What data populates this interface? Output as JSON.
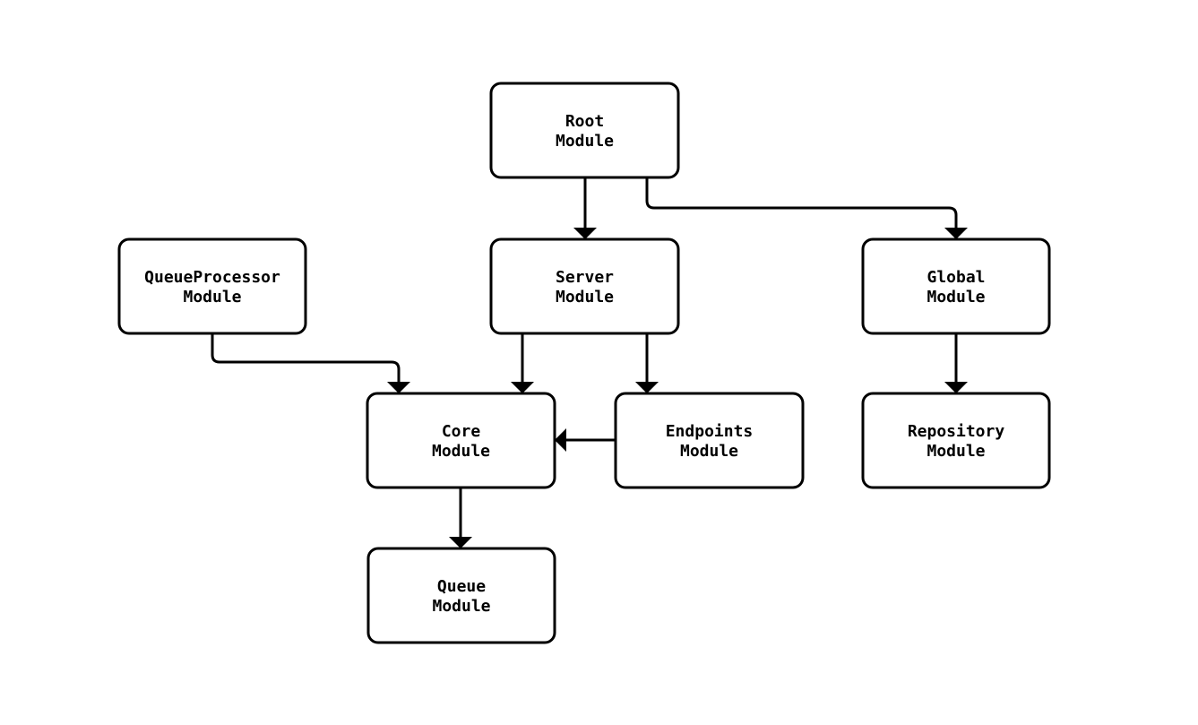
{
  "diagram": {
    "type": "module-dependency-graph",
    "background_color": "#ffffff",
    "node_fill": "#ffffff",
    "node_border_color": "#000000",
    "edge_color": "#000000",
    "text_color": "#000000",
    "nodes": {
      "root": {
        "line1": "Root",
        "line2": "Module"
      },
      "queue_processor": {
        "line1": "QueueProcessor",
        "line2": "Module"
      },
      "server": {
        "line1": "Server",
        "line2": "Module"
      },
      "global": {
        "line1": "Global",
        "line2": "Module"
      },
      "core": {
        "line1": "Core",
        "line2": "Module"
      },
      "endpoints": {
        "line1": "Endpoints",
        "line2": "Module"
      },
      "repository": {
        "line1": "Repository",
        "line2": "Module"
      },
      "queue": {
        "line1": "Queue",
        "line2": "Module"
      }
    },
    "edges": [
      {
        "from": "Root Module",
        "to": "Server Module"
      },
      {
        "from": "Root Module",
        "to": "Global Module"
      },
      {
        "from": "QueueProcessor Module",
        "to": "Core Module"
      },
      {
        "from": "Server Module",
        "to": "Core Module"
      },
      {
        "from": "Server Module",
        "to": "Endpoints Module"
      },
      {
        "from": "Endpoints Module",
        "to": "Core Module"
      },
      {
        "from": "Global Module",
        "to": "Repository Module"
      },
      {
        "from": "Core Module",
        "to": "Queue Module"
      }
    ]
  }
}
